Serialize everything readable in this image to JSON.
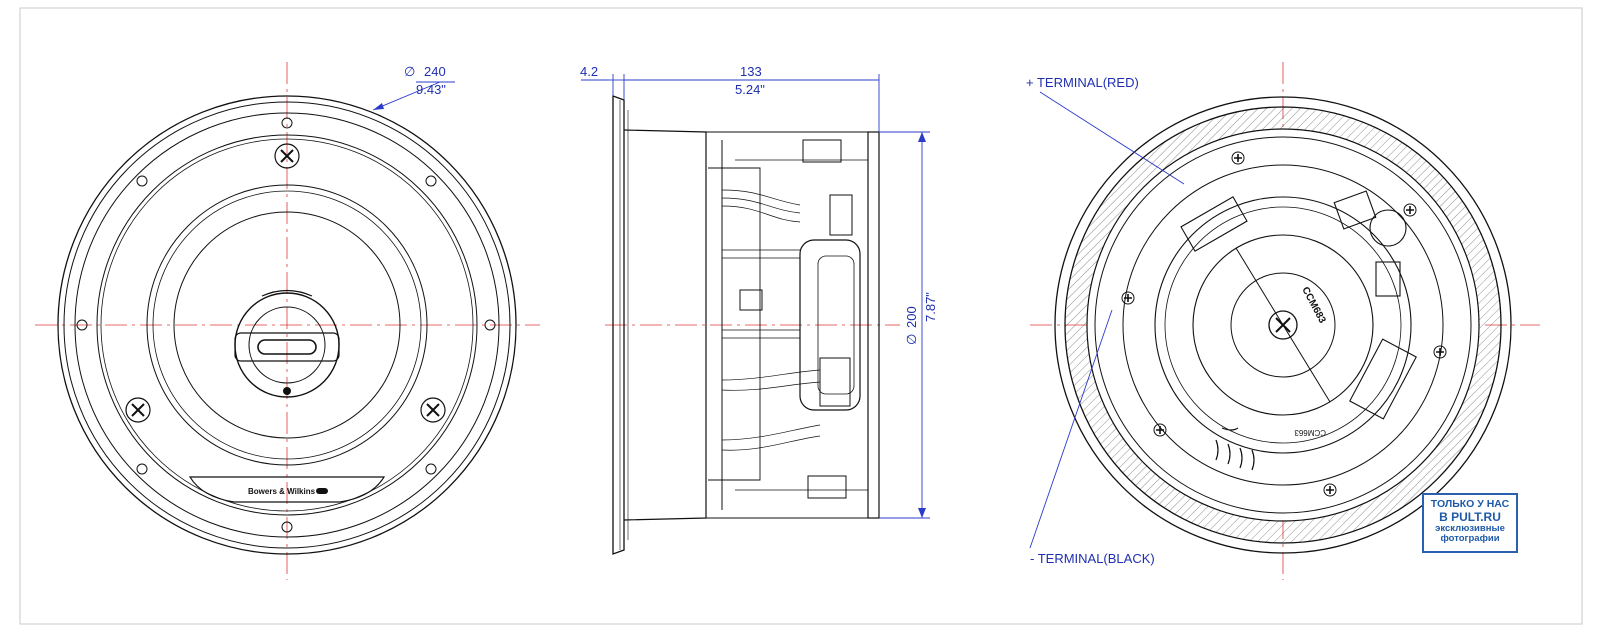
{
  "front_view": {
    "diameter_mm": "240",
    "diameter_in": "9.43\"",
    "logo_text": "Bowers & Wilkins"
  },
  "side_view": {
    "flange_mm": "4.2",
    "depth_mm": "133",
    "depth_in": "5.24\"",
    "cutout_mm": "200",
    "cutout_in": "7.87\""
  },
  "rear_view": {
    "terminal_red": "+ TERMINAL(RED)",
    "terminal_black": "- TERMINAL(BLACK)",
    "model_label": "CCM683",
    "model_label_2": "CCM663"
  },
  "stamp": {
    "line1": "ТОЛЬКО У НАС",
    "line2": "В PULT.RU",
    "line3": "эксклюзивные",
    "line4": "фотографии"
  },
  "colors": {
    "dimension": "#1f2fb0",
    "centerline": "#e23a3a",
    "linework": "#111111"
  }
}
